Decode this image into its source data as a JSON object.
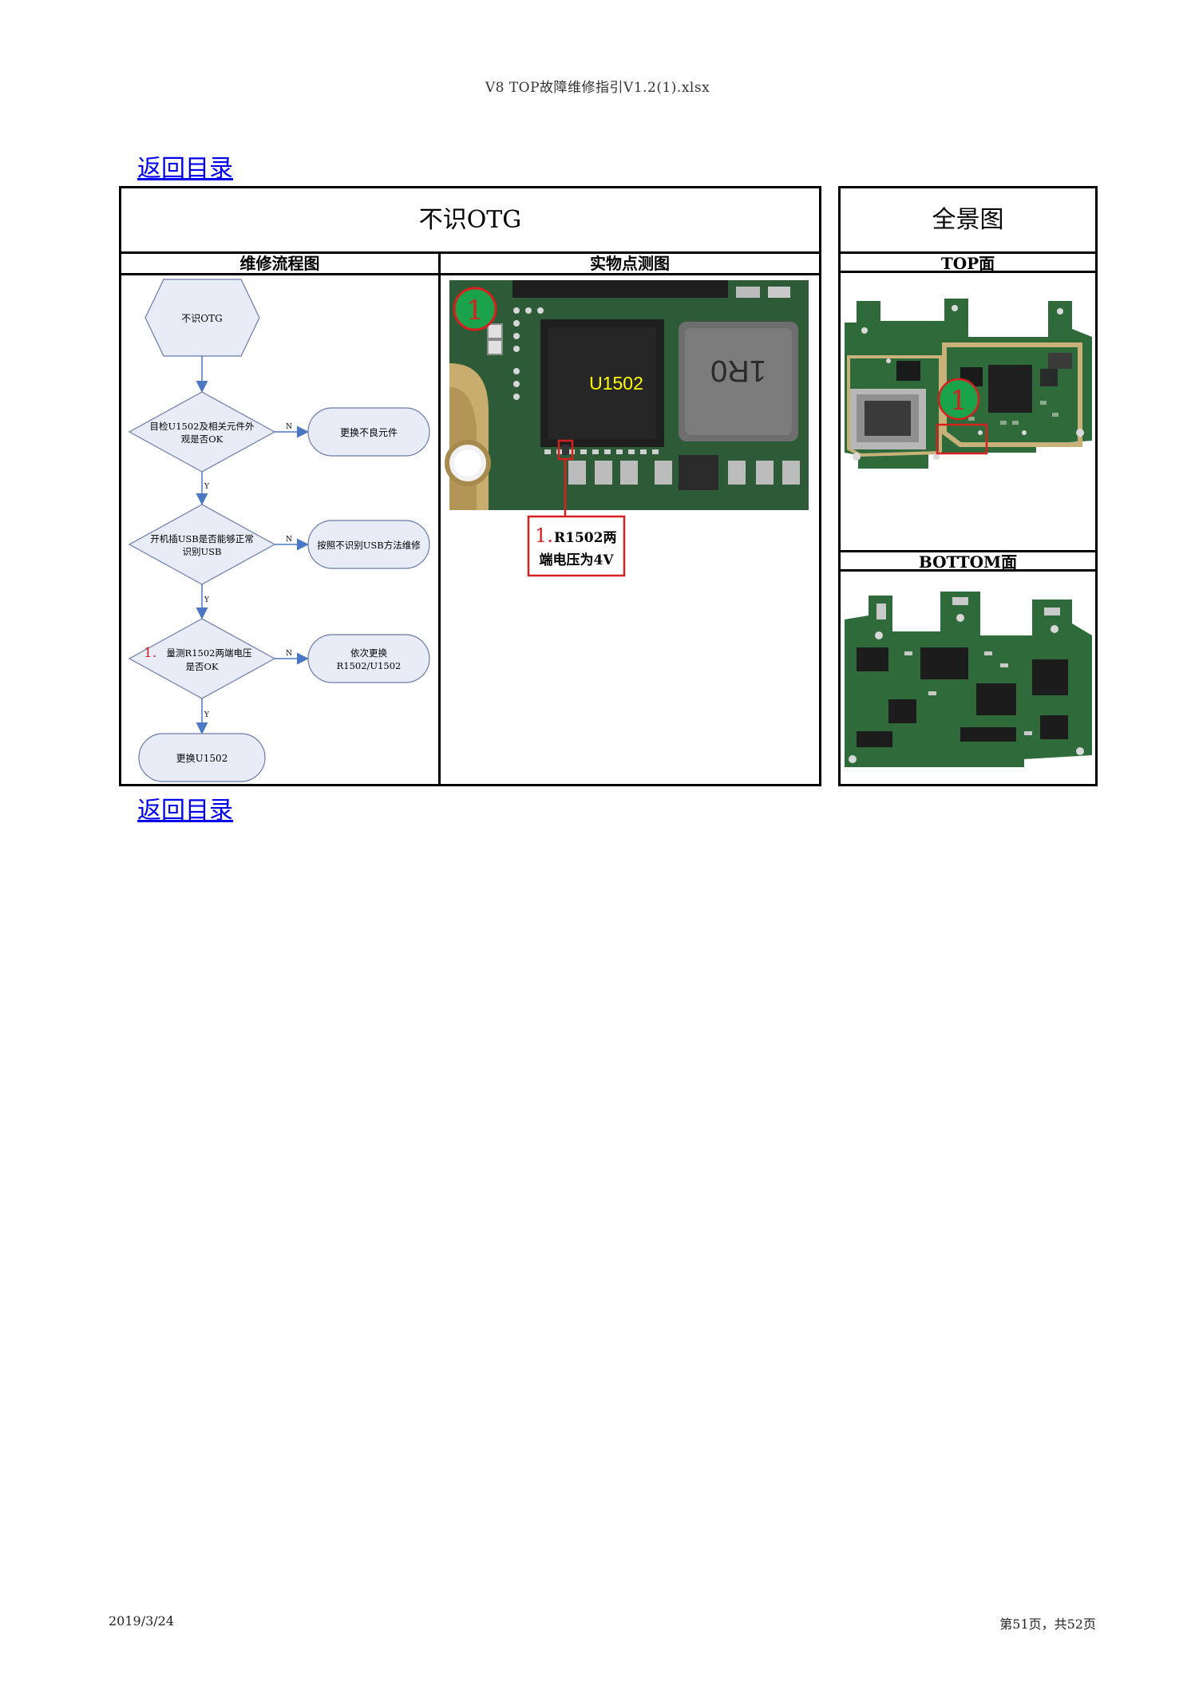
{
  "page": {
    "header_title": "V8 TOP故障维修指引V1.2(1).xlsx",
    "back_link_label": "返回目录",
    "footer_date": "2019/3/24",
    "footer_page": "第51页，共52页"
  },
  "table": {
    "main_title": "不识OTG",
    "panorama_title": "全景图",
    "col_flow": "维修流程图",
    "col_photo": "实物点测图",
    "top_label": "TOP面",
    "bottom_label": "BOTTOM面"
  },
  "flowchart": {
    "start": "不识OTG",
    "d1_line1": "目检U1502及相关元件外",
    "d1_line2": "观是否OK",
    "a1": "更换不良元件",
    "d2_line1": "开机插USB是否能够正常",
    "d2_line2": "识别USB",
    "a2": "按照不识别USB方法维修",
    "d3_num": "1.",
    "d3_line1": "量测R1502两端电压",
    "d3_line2": "是否OK",
    "a3_line1": "依次更换",
    "a3_line2": "R1502/U1502",
    "end": "更换U1502",
    "no_label": "N",
    "yes_label": "Y"
  },
  "photo": {
    "marker": "1",
    "chip_label": "U1502",
    "inductor_label": "1R0",
    "callout_num": "1.",
    "callout_line1": "R1502两",
    "callout_line2": "端电压为4V"
  },
  "panorama": {
    "marker": "1"
  },
  "colors": {
    "link": "#0000ee",
    "flow_fill": "#e8ecf7",
    "flow_stroke": "#6b7ba8",
    "arrow": "#4a78c2",
    "pcb_green": "#2f6b3a",
    "marker_green": "#1aa34a",
    "marker_red": "#d62020",
    "chip_text": "#ffff00"
  }
}
